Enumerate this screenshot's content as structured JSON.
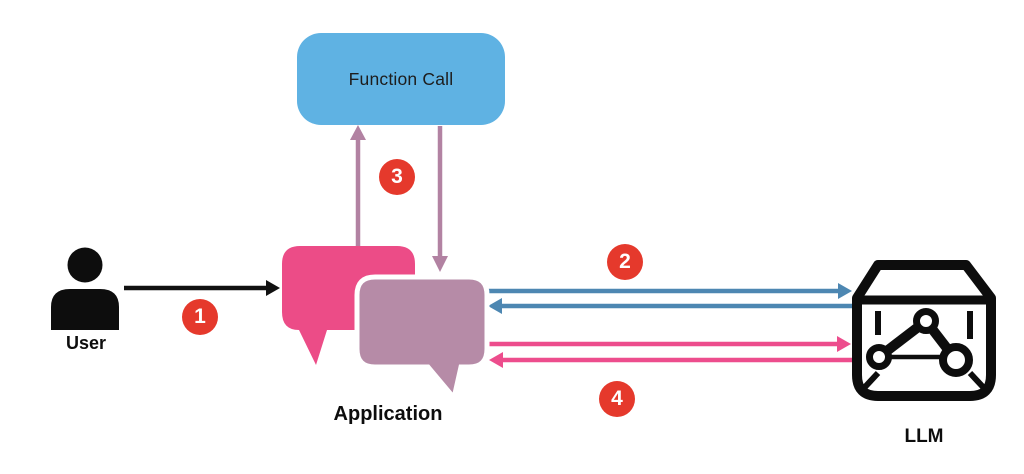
{
  "diagram": {
    "type": "flow-diagram",
    "nodes": {
      "user": {
        "label": "User",
        "icon": "person-icon"
      },
      "application": {
        "label": "Application",
        "icon": "chat-bubbles-icon"
      },
      "function_call": {
        "label": "Function Call",
        "shape": "rounded-rectangle"
      },
      "llm": {
        "label": "LLM",
        "icon": "llm-graph-box-icon"
      }
    },
    "steps": [
      {
        "number": "1",
        "from": "user",
        "to": "application",
        "direction": "one-way",
        "arrow_color": "#111111"
      },
      {
        "number": "2",
        "from": "application",
        "to": "llm",
        "direction": "bidirectional",
        "arrow_color": "#4d87b2"
      },
      {
        "number": "3",
        "from": "application",
        "to": "function_call",
        "direction": "bidirectional",
        "arrow_color": "#b282a2"
      },
      {
        "number": "4",
        "from": "application",
        "to": "llm",
        "direction": "bidirectional",
        "arrow_color": "#ed4d8d"
      }
    ],
    "colors": {
      "background": "#ffffff",
      "function_call_box": "#5fb2e3",
      "bubble_back": "#ec4c87",
      "bubble_front": "#b68ba7",
      "bubble_front_outline": "#ffffff",
      "step_badge": "#e5392c",
      "step_badge_text": "#ffffff",
      "arrow_black": "#111111",
      "arrow_blue": "#4d87b2",
      "arrow_pink": "#ed4d8d",
      "arrow_mauve": "#b282a2",
      "icon_black": "#0d0d0d"
    }
  }
}
